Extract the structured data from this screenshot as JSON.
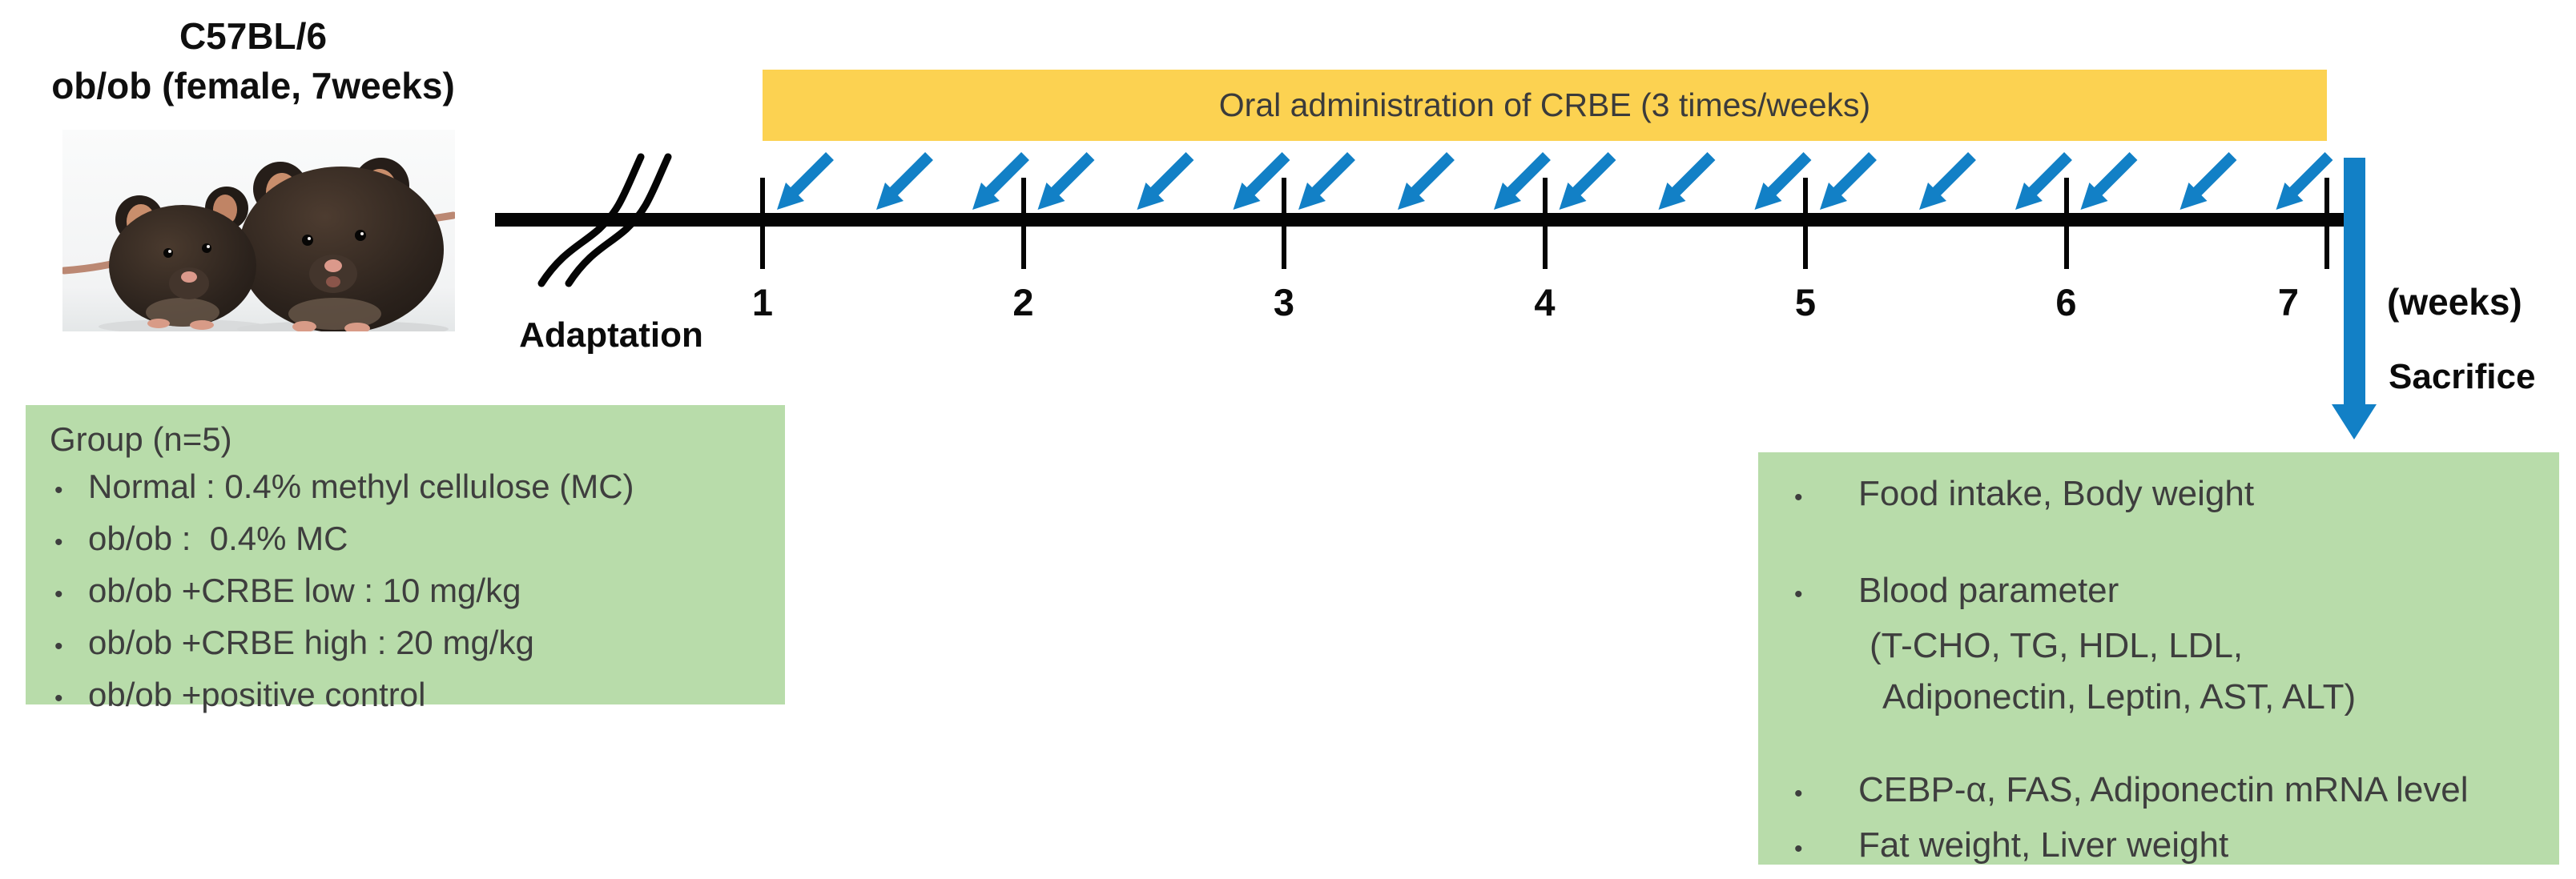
{
  "bullet_char": "•",
  "subject": {
    "strain": "C57BL/6",
    "description": "ob/ob (female, 7weeks)"
  },
  "banner": {
    "label": "Oral administration of CRBE (3 times/weeks)"
  },
  "timeline": {
    "adaptation_label": "Adaptation",
    "week_labels": [
      "1",
      "2",
      "3",
      "4",
      "5",
      "6",
      "7"
    ],
    "axis_unit_label": "(weeks)",
    "sacrifice_label": "Sacrifice",
    "dose_arrows_per_interval": 3,
    "dose_arrow_total": 18
  },
  "groups_box": {
    "title": "Group (n=5)",
    "items": [
      "Normal : 0.4% methyl cellulose (MC)",
      "ob/ob :  0.4% MC",
      "ob/ob +CRBE low : 10 mg/kg",
      "ob/ob +CRBE high : 20 mg/kg",
      "ob/ob +positive control"
    ]
  },
  "outcomes_box": {
    "lines": [
      {
        "bullet": true,
        "indent": 0,
        "text": "Food intake, Body weight"
      },
      {
        "bullet": false,
        "indent": 0,
        "text": ""
      },
      {
        "bullet": true,
        "indent": 0,
        "text": "Blood parameter"
      },
      {
        "bullet": false,
        "indent": 1,
        "text": "(T-CHO, TG, HDL, LDL,"
      },
      {
        "bullet": false,
        "indent": 2,
        "text": "Adiponectin, Leptin, AST, ALT)"
      },
      {
        "bullet": false,
        "indent": 0,
        "text": ""
      },
      {
        "bullet": true,
        "indent": 0,
        "text": "CEBP-α, FAS, Adiponectin mRNA level"
      },
      {
        "bullet": true,
        "indent": 0,
        "text": "Fat weight, Liver weight"
      }
    ]
  },
  "colors": {
    "banner_bg": "#fcd251",
    "box_bg": "#b8dcaa",
    "arrow_blue": "#1280c6",
    "timeline_black": "#050505",
    "text_dark": "#3e3e3e"
  }
}
